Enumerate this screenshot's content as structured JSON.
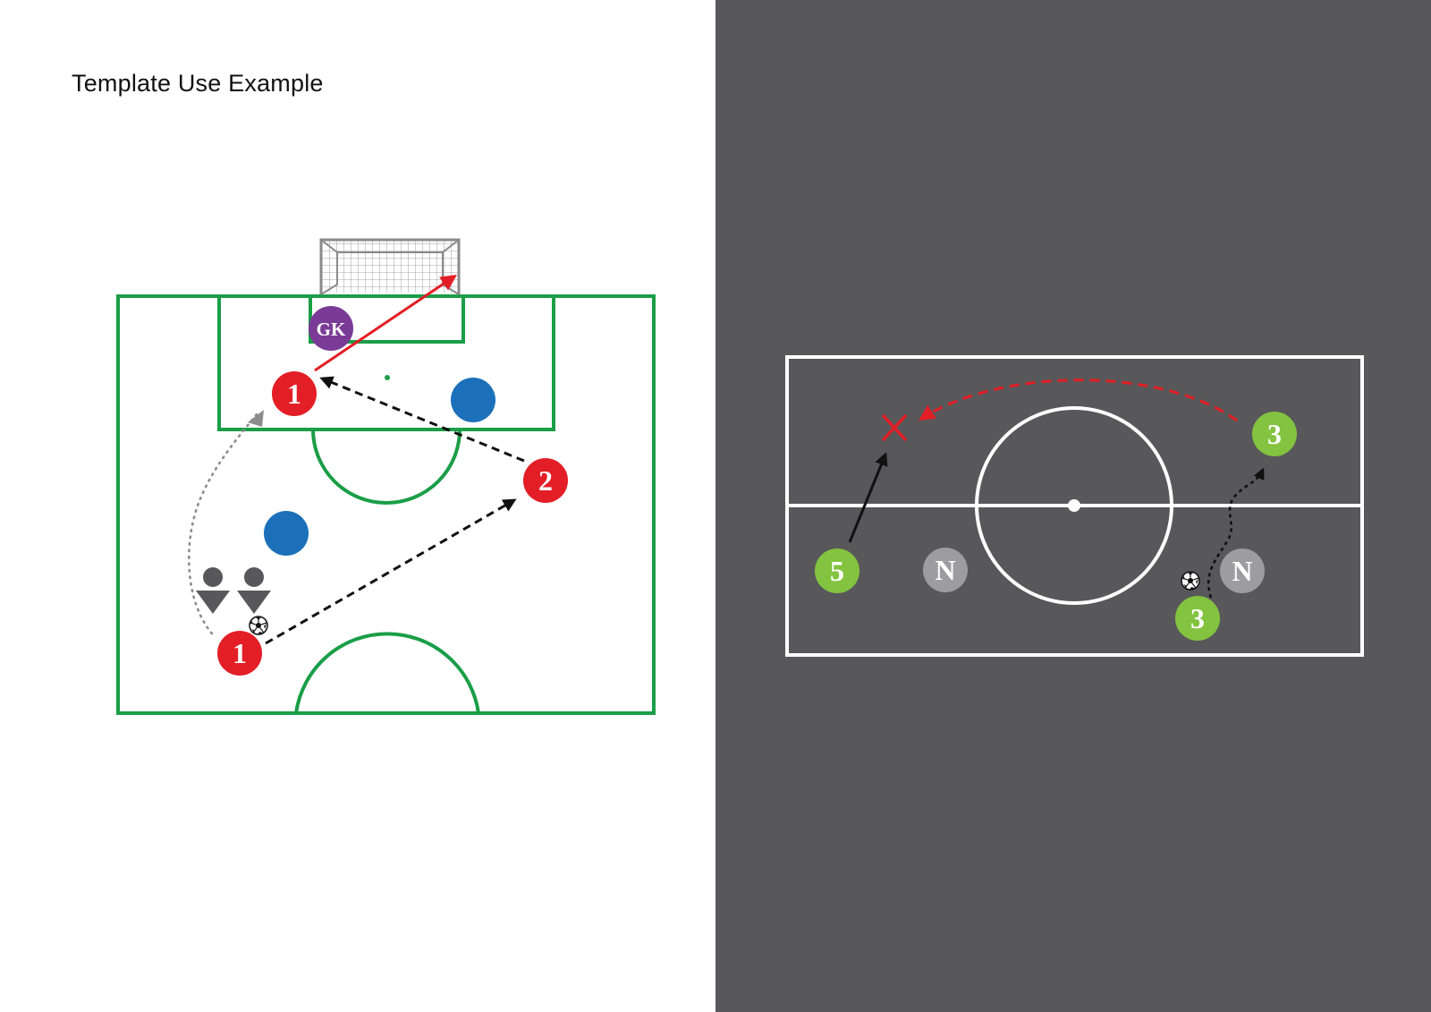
{
  "title": "Template Use Example",
  "colors": {
    "pitch_line": "#1a9e47",
    "futsal_bg": "#58585a",
    "red_player": "#e31e26",
    "blue_player": "#1b70b9",
    "goalkeeper": "#7a3b96",
    "green_player": "#83c33f",
    "neutral": "#9d9d9f",
    "cone": "#58585a",
    "shot_arrow": "#e31e26",
    "pass_arrow": "#111111",
    "run_arrow": "#8c8c8c"
  },
  "left_diagram": {
    "goalkeeper_label": "GK",
    "players": [
      {
        "label": "1",
        "team": "red"
      },
      {
        "label": "2",
        "team": "red"
      },
      {
        "label": "1",
        "team": "red"
      }
    ],
    "icons": [
      "soccer-ball-icon",
      "cone-icon",
      "goal-net-icon",
      "arrow-icon"
    ]
  },
  "right_diagram": {
    "players": [
      {
        "label": "3",
        "team": "green"
      },
      {
        "label": "5",
        "team": "green"
      },
      {
        "label": "3",
        "team": "green"
      }
    ],
    "neutrals": [
      {
        "label": "N"
      },
      {
        "label": "N"
      }
    ],
    "target_marker": "x-mark-icon"
  }
}
